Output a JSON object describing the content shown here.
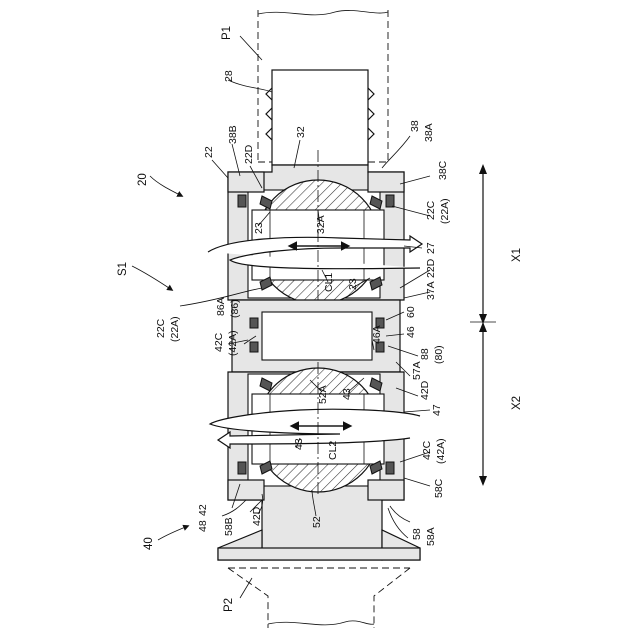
{
  "labels": {
    "p1": "P1",
    "p2": "P2",
    "n20": "20",
    "s1": "S1",
    "n40": "40",
    "n28": "28",
    "n38b": "38B",
    "n22": "22",
    "n22d_top": "22D",
    "n32": "32",
    "n38": "38",
    "n38a": "38A",
    "n38c": "38C",
    "n22c_r": "22C",
    "n22a_r": "(22A)",
    "n23_a": "23",
    "n32a": "32A",
    "n27": "27",
    "cl1": "CL1",
    "n23_b": "23",
    "n22d_r": "22D",
    "n37a": "37A",
    "n22c_l": "22C",
    "n22a_l": "(22A)",
    "n42c_l": "42C",
    "n42a_l": "(42A)",
    "n86a": "86A",
    "n86": "(86)",
    "n60": "60",
    "n46": "46",
    "n46a": "46A",
    "n88": "88",
    "n80": "(80)",
    "n57a": "57A",
    "n52a": "52A",
    "n43_a": "43",
    "n42d_r": "42D",
    "n47": "47",
    "n43_b": "43",
    "cl2": "CL2",
    "n42c_r": "42C",
    "n42a_r": "(42A)",
    "n58c": "58C",
    "n42": "42",
    "n48": "48",
    "n58b": "58B",
    "n42d_l": "42D",
    "n52": "52",
    "n58": "58",
    "n58a": "58A",
    "x1": "X1",
    "x2": "X2"
  }
}
